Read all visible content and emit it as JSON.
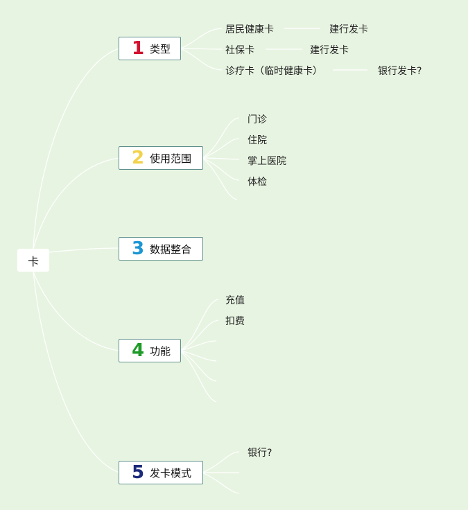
{
  "root": {
    "label": "卡"
  },
  "branches": [
    {
      "number": "1",
      "label": "类型",
      "color": "#d3122f"
    },
    {
      "number": "2",
      "label": "使用范围",
      "color": "#f2d24b"
    },
    {
      "number": "3",
      "label": "数据整合",
      "color": "#1b96d4"
    },
    {
      "number": "4",
      "label": "功能",
      "color": "#1e9b28"
    },
    {
      "number": "5",
      "label": "发卡模式",
      "color": "#1c2a7a"
    }
  ],
  "leaves": {
    "type": [
      {
        "label": "居民健康卡",
        "child": "建行发卡"
      },
      {
        "label": "社保卡",
        "child": "建行发卡"
      },
      {
        "label": "诊疗卡（临时健康卡）",
        "child": "银行发卡?"
      }
    ],
    "scope": [
      "门诊",
      "住院",
      "掌上医院",
      "体检"
    ],
    "function": [
      "充值",
      "扣费"
    ],
    "issue": [
      "银行?"
    ]
  }
}
